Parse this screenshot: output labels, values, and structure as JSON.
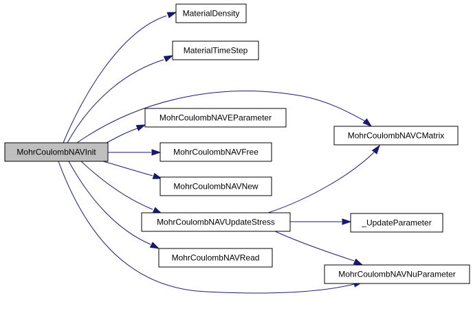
{
  "graph": {
    "colors": {
      "edge": "#191970",
      "root_fill": "#bfbfbf",
      "node_fill": "#ffffff",
      "border": "#000000"
    },
    "nodes": [
      {
        "id": "init",
        "label": "MohrCoulombNAVInit",
        "root": true
      },
      {
        "id": "density",
        "label": "MaterialDensity"
      },
      {
        "id": "timestep",
        "label": "MaterialTimeStep"
      },
      {
        "id": "eparam",
        "label": "MohrCoulombNAVEParameter"
      },
      {
        "id": "free",
        "label": "MohrCoulombNAVFree"
      },
      {
        "id": "new",
        "label": "MohrCoulombNAVNew"
      },
      {
        "id": "update",
        "label": "MohrCoulombNAVUpdateStress"
      },
      {
        "id": "read",
        "label": "MohrCoulombNAVRead"
      },
      {
        "id": "cmatrix",
        "label": "MohrCoulombNAVCMatrix"
      },
      {
        "id": "uparam",
        "label": "_UpdateParameter"
      },
      {
        "id": "nuparam",
        "label": "MohrCoulombNAVNuParameter"
      }
    ],
    "edges": [
      {
        "from": "init",
        "to": "density"
      },
      {
        "from": "init",
        "to": "timestep"
      },
      {
        "from": "init",
        "to": "cmatrix"
      },
      {
        "from": "init",
        "to": "eparam"
      },
      {
        "from": "init",
        "to": "free"
      },
      {
        "from": "init",
        "to": "new"
      },
      {
        "from": "init",
        "to": "update"
      },
      {
        "from": "init",
        "to": "read"
      },
      {
        "from": "init",
        "to": "nuparam"
      },
      {
        "from": "update",
        "to": "cmatrix"
      },
      {
        "from": "update",
        "to": "uparam"
      },
      {
        "from": "update",
        "to": "nuparam"
      }
    ]
  }
}
